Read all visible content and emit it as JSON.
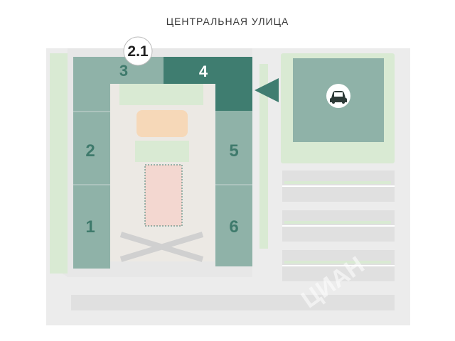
{
  "street": {
    "name": "ЦЕНТРАЛЬНАЯ УЛИЦА"
  },
  "section_marker": {
    "label": "2.1"
  },
  "buildings": [
    {
      "id": "b1",
      "label": "1",
      "highlighted": false
    },
    {
      "id": "b2",
      "label": "2",
      "highlighted": false
    },
    {
      "id": "b3",
      "label": "3",
      "highlighted": false
    },
    {
      "id": "b4",
      "label": "4",
      "highlighted": true
    },
    {
      "id": "b5",
      "label": "5",
      "highlighted": false
    },
    {
      "id": "b6",
      "label": "6",
      "highlighted": false
    }
  ],
  "parking": {
    "icon": "car-icon"
  },
  "watermark": {
    "text": "ЦИАН"
  },
  "colors": {
    "building": "#8fb2a8",
    "building_highlight": "#3f7d70",
    "building_label": "#3f7a6c",
    "road": "#ececec",
    "lawn": "#d9ead3",
    "parking_building": "#8fb2a8",
    "playground": "#f6d8b8",
    "field": "#f3d7d0"
  }
}
